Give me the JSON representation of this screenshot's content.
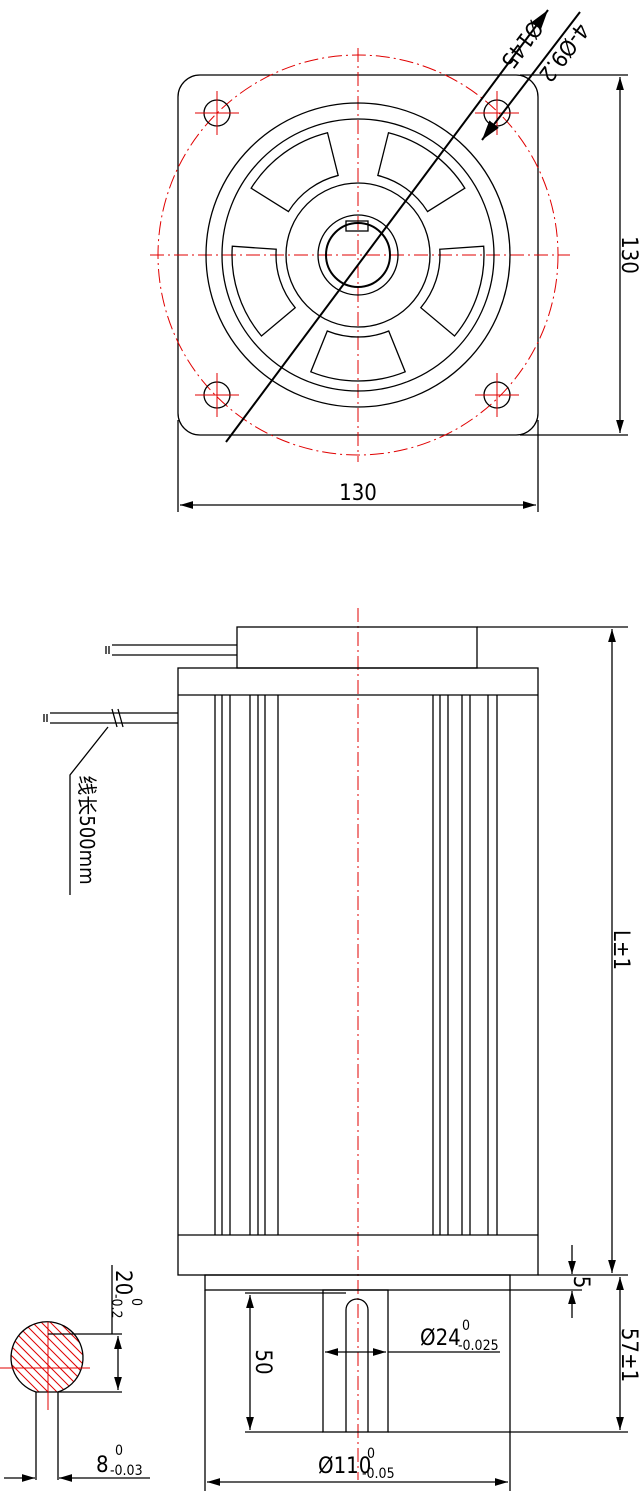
{
  "colors": {
    "outline": "#000000",
    "centerline": "#e00000"
  },
  "front_view": {
    "dia_pcd": "Ø145",
    "holes": "4-Ø9.2",
    "height_dim": "130",
    "width_dim": "130"
  },
  "side_view": {
    "wire_length": "线长500mm",
    "length_dim": "L±1",
    "flange_dim": "5",
    "shaft_length": "57±1",
    "key_length": "50",
    "shaft_dia": {
      "nominal": "Ø24",
      "upper": "0",
      "lower": "-0.025"
    },
    "flange_dia": {
      "nominal": "Ø110",
      "upper": "0",
      "lower": "-0.05"
    }
  },
  "section": {
    "depth": {
      "nominal": "20",
      "upper": "0",
      "lower": "-0.2"
    },
    "key_width": {
      "nominal": "8",
      "upper": "0",
      "lower": "-0.03"
    }
  }
}
